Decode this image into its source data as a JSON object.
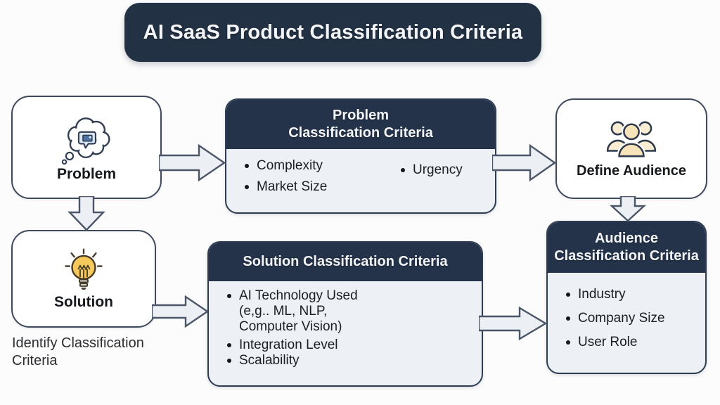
{
  "title": "AI SaaS Product Classification Criteria",
  "nodes": {
    "problem": {
      "label": "Problem",
      "icon": "thought-bubble-icon"
    },
    "solution": {
      "label": "Solution",
      "icon": "lightbulb-icon"
    },
    "define_audience": {
      "label": "Define Audience",
      "icon": "people-group-icon"
    }
  },
  "panels": {
    "problem_criteria": {
      "title_line1": "Problem",
      "title_line2": "Classification Criteria",
      "bullets_left": [
        "Complexity",
        "Market Size"
      ],
      "bullets_right": [
        "Urgency"
      ]
    },
    "solution_criteria": {
      "title": "Solution Classification Criteria",
      "bullets": [
        {
          "text": "AI Technology Used",
          "sub": [
            "(e,g.. ML, NLP,",
            "Computer Vision)"
          ]
        },
        {
          "text": "Integration Level",
          "sub": []
        },
        {
          "text": "Scalability",
          "sub": []
        }
      ]
    },
    "audience_criteria": {
      "title_line1": "Audience",
      "title_line2": "Classification Criteria",
      "bullets": [
        "Industry",
        "Company Size",
        "User Role"
      ]
    }
  },
  "caption": {
    "line1": "Identify Classification",
    "line2": "Criteria"
  },
  "colors": {
    "bg": "#fcfcfd",
    "navy": "#24334a",
    "navy_dark": "#223143",
    "panel_body": "#edf1f6",
    "box_border": "#3e4a5c",
    "arrow_fill": "#eceff3",
    "arrow_stroke": "#4b5668",
    "text_dark": "#16181c",
    "bulb_yellow": "#f6c95c",
    "people_tan": "#f6e3ba",
    "bubble_blue": "#d9e7f7"
  }
}
